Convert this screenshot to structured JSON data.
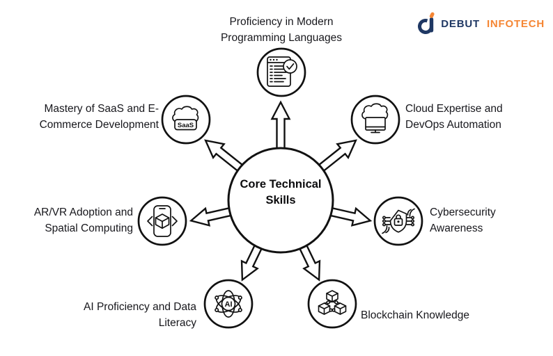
{
  "logo": {
    "brand": "DEBUT",
    "brand2": "INFOTECH",
    "icon": "debut-d-logo-icon",
    "navy": "#1F3864",
    "orange": "#F58634"
  },
  "center": {
    "line1": "Core Technical",
    "line2": "Skills"
  },
  "diagram": {
    "type": "radial-spoke",
    "arrow_color": "#111111",
    "fill_color": "#ffffff",
    "spoke_count": 7
  },
  "nodes": [
    {
      "id": "programming",
      "icon": "code-checklist-icon",
      "line1": "Proficiency in Modern",
      "line2": "Programming Languages"
    },
    {
      "id": "saas",
      "icon": "saas-cloud-icon",
      "line1": "Mastery of SaaS and E-",
      "line2": "Commerce Development",
      "icon_text": "SaaS"
    },
    {
      "id": "cloud-devops",
      "icon": "cloud-computer-icon",
      "line1": "Cloud Expertise and",
      "line2": "DevOps Automation"
    },
    {
      "id": "ar-vr",
      "icon": "phone-ar-cube-icon",
      "line1": "AR/VR Adoption and",
      "line2": "Spatial Computing"
    },
    {
      "id": "cybersecurity",
      "icon": "shield-lock-icon",
      "line1": "Cybersecurity",
      "line2": "Awareness"
    },
    {
      "id": "ai",
      "icon": "ai-atom-icon",
      "line1": "AI Proficiency and Data",
      "line2": "Literacy",
      "icon_text": "AI"
    },
    {
      "id": "blockchain",
      "icon": "blockchain-cubes-icon",
      "line1": "Blockchain Knowledge",
      "line2": ""
    }
  ]
}
